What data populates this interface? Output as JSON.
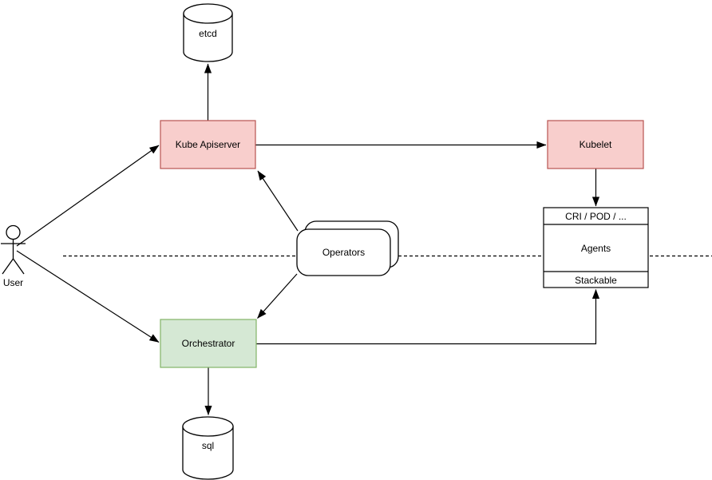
{
  "diagram": {
    "colors": {
      "red_fill": "#f8cecc",
      "red_stroke": "#b85450",
      "green_fill": "#d5e8d4",
      "green_stroke": "#82b366",
      "shape_stroke": "#000000",
      "text": "#000000",
      "canvas_bg": "#ffffff"
    },
    "nodes": {
      "etcd": {
        "label": "etcd"
      },
      "kube_apiserver": {
        "label": "Kube Apiserver"
      },
      "kubelet": {
        "label": "Kubelet"
      },
      "operators": {
        "label": "Operators"
      },
      "orchestrator": {
        "label": "Orchestrator"
      },
      "sql": {
        "label": "sql"
      },
      "user": {
        "label": "User"
      },
      "agents": {
        "header": "CRI / POD / ...",
        "body": "Agents",
        "footer": "Stackable"
      }
    },
    "edges": [
      {
        "from": "user",
        "to": "kube_apiserver",
        "arrow": "end"
      },
      {
        "from": "user",
        "to": "orchestrator",
        "arrow": "end"
      },
      {
        "from": "kube_apiserver",
        "to": "etcd",
        "arrow": "end"
      },
      {
        "from": "kube_apiserver",
        "to": "kubelet",
        "arrow": "end"
      },
      {
        "from": "operators",
        "to": "kube_apiserver",
        "arrow": "end"
      },
      {
        "from": "operators",
        "to": "orchestrator",
        "arrow": "end"
      },
      {
        "from": "kubelet",
        "to": "agents",
        "arrow": "end"
      },
      {
        "from": "orchestrator",
        "to": "agents_footer",
        "arrow": "end"
      },
      {
        "from": "orchestrator",
        "to": "sql",
        "arrow": "end"
      }
    ],
    "separator": {
      "style": "dashed-horizontal"
    }
  }
}
